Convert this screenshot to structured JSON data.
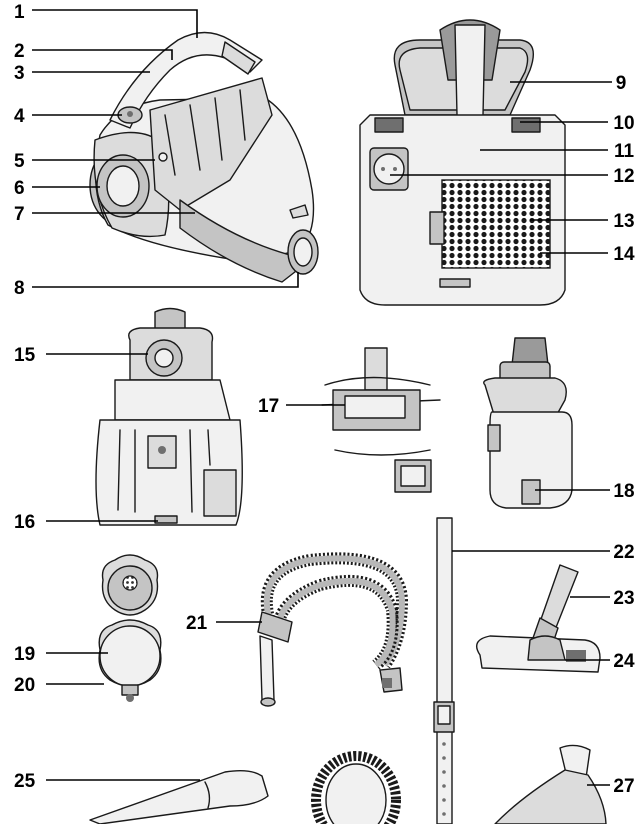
{
  "labels": {
    "l1": "1",
    "l2": "2",
    "l3": "3",
    "l4": "4",
    "l5": "5",
    "l6": "6",
    "l7": "7",
    "l8": "8",
    "l9": "9",
    "l10": "10",
    "l11": "11",
    "l12": "12",
    "l13": "13",
    "l14": "14",
    "l15": "15",
    "l16": "16",
    "l17": "17",
    "l18": "18",
    "l19": "19",
    "l20": "20",
    "l21": "21",
    "l22": "22",
    "l23": "23",
    "l24": "24",
    "l25": "25",
    "l27": "27"
  },
  "colors": {
    "line": "#000000",
    "outline": "#1a1a1a",
    "fill_light": "#f1f1f1",
    "fill_mid": "#c4c4c4",
    "fill_dark": "#6f6f6f"
  }
}
